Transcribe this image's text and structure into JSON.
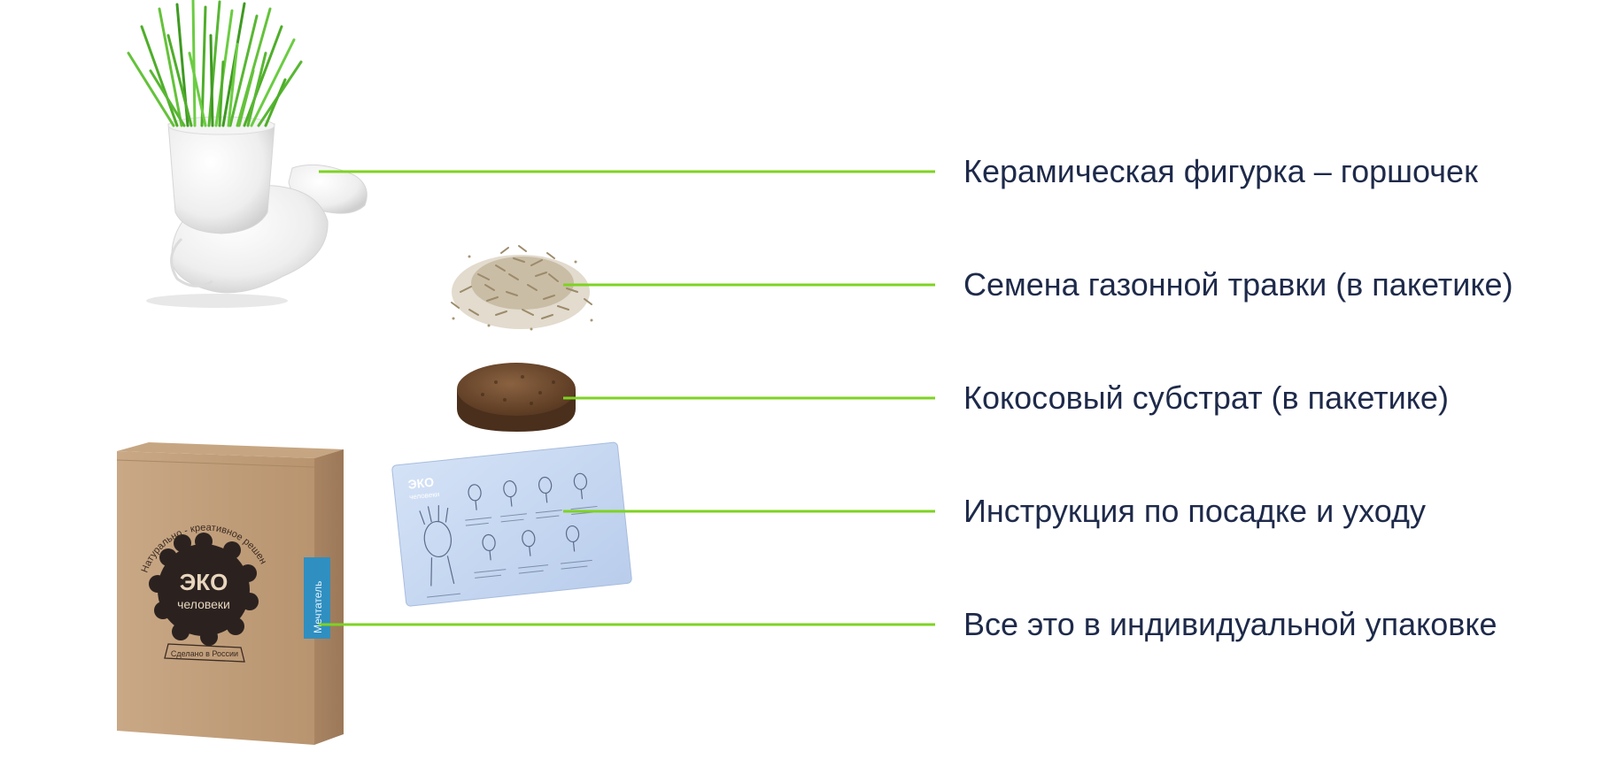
{
  "accent_color": "#7ed321",
  "text_color": "#1e2a4a",
  "items": [
    {
      "label": "Керамическая фигурка – горшочек"
    },
    {
      "label": "Семена газонной травки (в пакетике)"
    },
    {
      "label": "Кокосовый субстрат (в пакетике)"
    },
    {
      "label": "Инструкция по посадке и уходу"
    },
    {
      "label": "Все это в индивидуальной упаковке"
    }
  ],
  "box": {
    "logo_line1": "ЭКО",
    "logo_line2": "человеки",
    "arc_text": "Натурально - креативное решение",
    "ribbon_text": "Сделано в России",
    "side_label": "Мечтатель"
  },
  "card": {
    "logo_line1": "ЭКО",
    "logo_line2": "человеки"
  }
}
